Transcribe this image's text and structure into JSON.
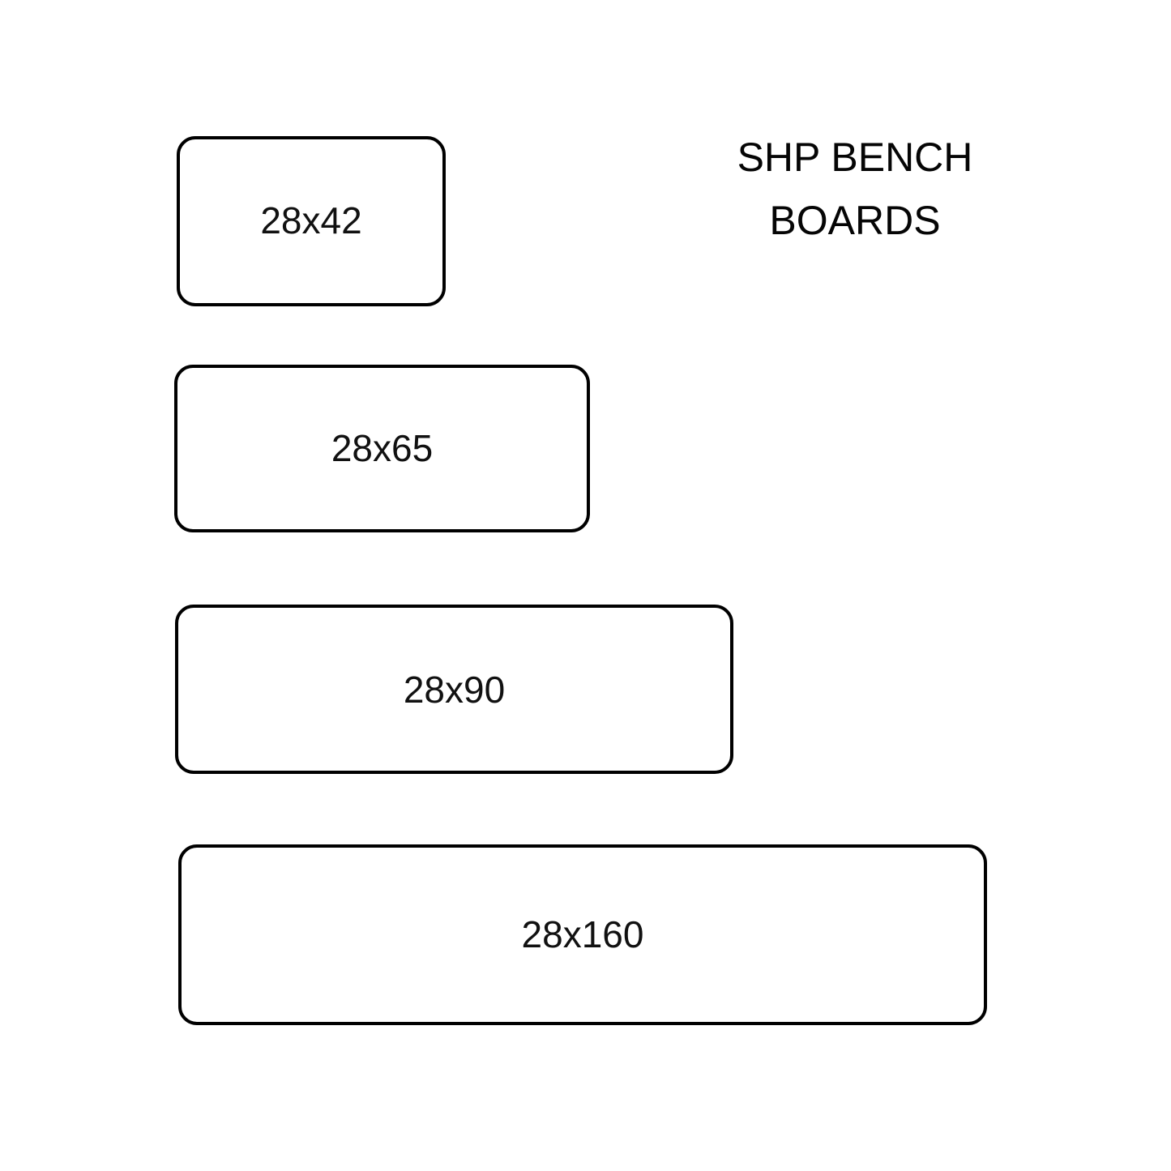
{
  "page": {
    "background_color": "#ffffff",
    "stroke_color": "#000000",
    "text_color": "#111111"
  },
  "title": {
    "line1": "SHP BENCH",
    "line2": "BOARDS",
    "full": "SHP BENCH BOARDS"
  },
  "boards": [
    {
      "label": "28x42",
      "thickness_mm": 28,
      "width_mm": 42
    },
    {
      "label": "28x65",
      "thickness_mm": 28,
      "width_mm": 65
    },
    {
      "label": "28x90",
      "thickness_mm": 28,
      "width_mm": 90
    },
    {
      "label": "28x160",
      "thickness_mm": 28,
      "width_mm": 160
    }
  ]
}
